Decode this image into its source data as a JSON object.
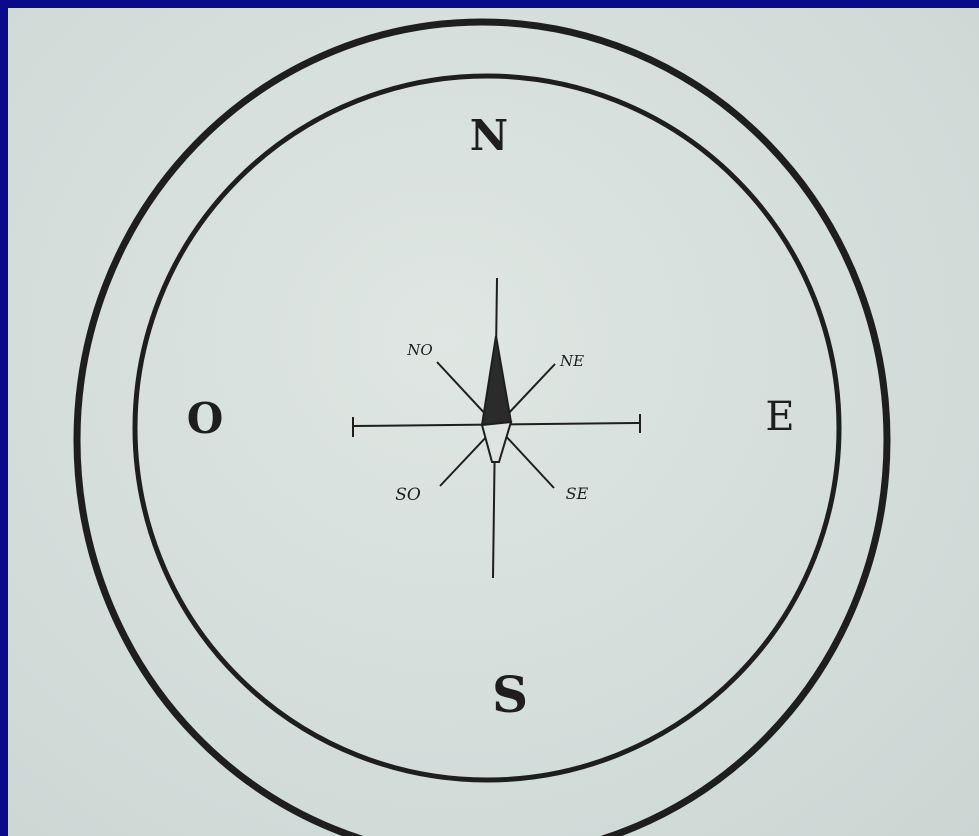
{
  "cardinal_labels": {
    "north": "N",
    "south": "S",
    "east": "E",
    "west": "O"
  },
  "intercardinal_labels": {
    "northwest": "NO",
    "northeast": "NE",
    "southwest": "SO",
    "southeast": "SE"
  },
  "colors": {
    "frame": "#0a0a8c",
    "paper": "#d9e2df",
    "ink": "#1e1e1e"
  }
}
